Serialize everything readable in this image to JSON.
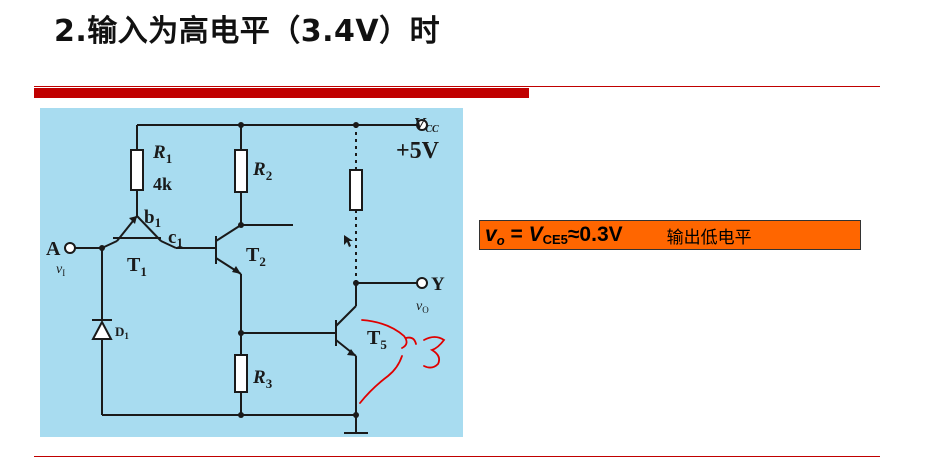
{
  "slide": {
    "title": "2.输入为高电平（3.4V）时"
  },
  "circuit": {
    "vcc_label": "V",
    "vcc_sub": "CC",
    "supply_value": "+5V",
    "r1_label": "R",
    "r1_sub": "1",
    "r1_value": "4k",
    "r2_label": "R",
    "r2_sub": "2",
    "r3_label": "R",
    "r3_sub": "3",
    "b1_label": "b",
    "b1_sub": "1",
    "c1_label": "c",
    "c1_sub": "1",
    "t1_label": "T",
    "t1_sub": "1",
    "t2_label": "T",
    "t2_sub": "2",
    "t5_label": "T",
    "t5_sub": "5",
    "d1_label": "D",
    "d1_sub": "1",
    "input_label": "A",
    "input_signal": "v",
    "input_signal_sub": "I",
    "output_label": "Y",
    "output_signal": "v",
    "output_signal_sub": "O",
    "colors": {
      "background": "#a8dcf0",
      "wire": "#1a1a1a",
      "annotation": "#e00000"
    }
  },
  "result": {
    "v_sym": "v",
    "v_sub": "o",
    "eq": " =",
    "vce_sym": "V",
    "vce_sub": "CE5",
    "value": "≈0.3V",
    "status": "输出低电平",
    "background": "#ff6600"
  }
}
